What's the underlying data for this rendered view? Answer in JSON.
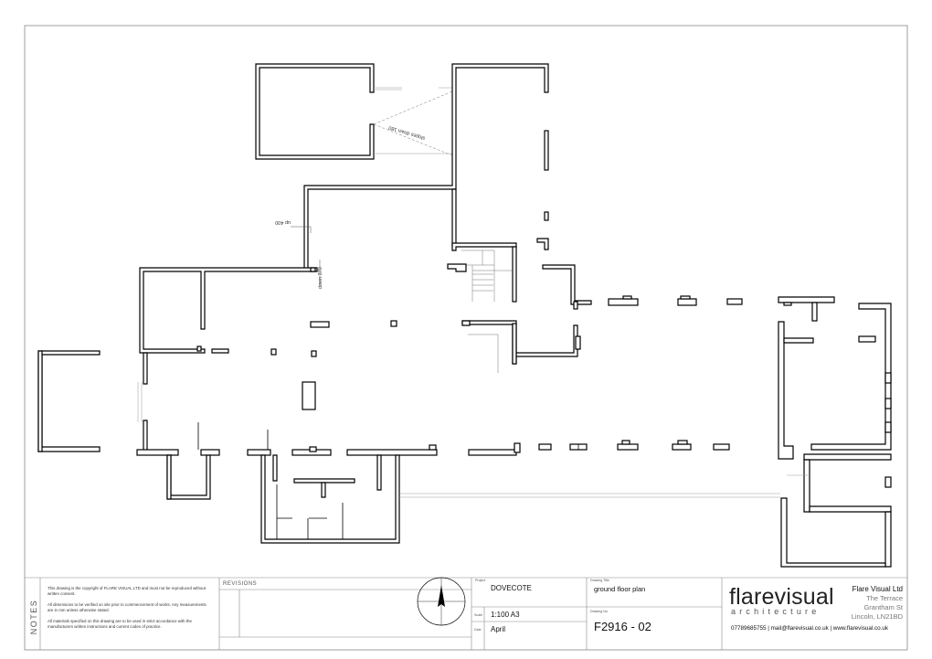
{
  "drawing": {
    "annotations": {
      "slopes_down": "slopes down 180",
      "up": "up 400",
      "down": "down 370"
    }
  },
  "titleblock": {
    "notes_label": "NOTES",
    "notes": [
      "This drawing is the copyright of FLARE VISUAL LTD and must not be reproduced without written consent.",
      "All dimensions to be verified on site prior to commencement of works. Any measurements are in mm unless otherwise stated.",
      "All materials specified on this drawing are to be used in strict accordance with the manufacturers written instructions and current codes of practice."
    ],
    "revisions_label": "REVISIONS",
    "project_label": "Project",
    "project": "DOVECOTE",
    "drawing_title_label": "Drawing Title",
    "drawing_title": "ground floor plan",
    "scale_label": "Scale",
    "scale": "1:100  A3",
    "date_label": "Date",
    "date": "April",
    "drawing_no_label": "Drawing No.",
    "drawing_no": "F2916 - 02",
    "brand_name": "flarevisual",
    "brand_sub": "architecture",
    "company": "Flare Visual Ltd",
    "address": [
      "The Terrace",
      "Grantham St",
      "Lincoln, LN21BD"
    ],
    "contact": "07789685755 | mail@flarevisual.co.uk | www.flarevisual.co.uk"
  }
}
